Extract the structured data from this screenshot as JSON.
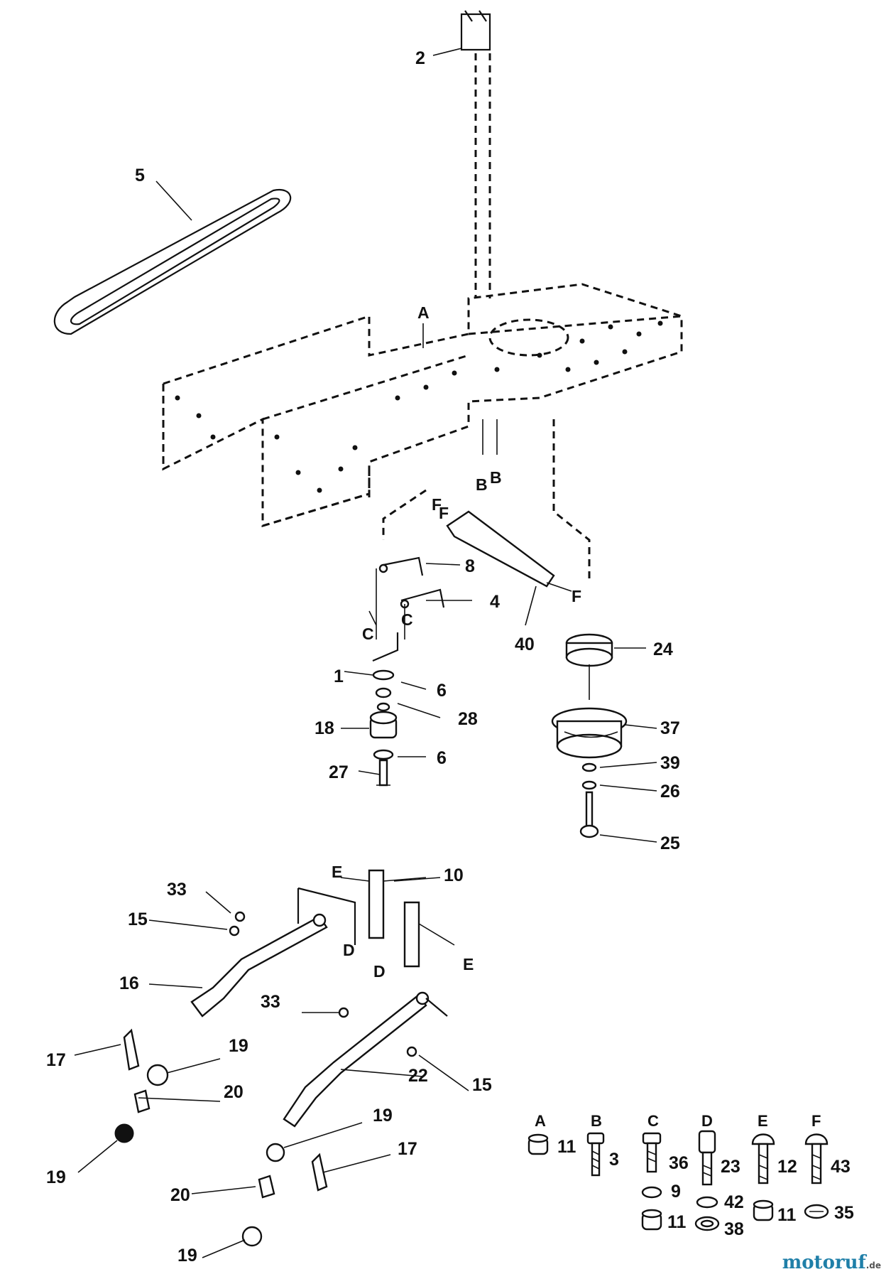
{
  "callouts": {
    "n1": "1",
    "n2": "2",
    "n4": "4",
    "n5": "5",
    "n6a": "6",
    "n6b": "6",
    "n8": "8",
    "n10": "10",
    "n15a": "15",
    "n15b": "15",
    "n16": "16",
    "n17a": "17",
    "n17b": "17",
    "n18": "18",
    "n19a": "19",
    "n19b": "19",
    "n19c": "19",
    "n19d": "19",
    "n20a": "20",
    "n20b": "20",
    "n22": "22",
    "n24": "24",
    "n25": "25",
    "n26": "26",
    "n27": "27",
    "n28": "28",
    "n33a": "33",
    "n33b": "33",
    "n37": "37",
    "n39": "39",
    "n40": "40"
  },
  "refs": {
    "a": "A",
    "b1": "B",
    "b2": "B",
    "c1": "C",
    "c2": "C",
    "d1": "D",
    "d2": "D",
    "e1": "E",
    "e2": "E",
    "f1": "F",
    "f2": "F",
    "f3": "F"
  },
  "hardware_key": [
    {
      "letter": "A",
      "parts": [
        "11"
      ]
    },
    {
      "letter": "B",
      "parts": [
        "3"
      ]
    },
    {
      "letter": "C",
      "parts": [
        "36",
        "9",
        "11"
      ]
    },
    {
      "letter": "D",
      "parts": [
        "23",
        "42",
        "38"
      ]
    },
    {
      "letter": "E",
      "parts": [
        "12",
        "11"
      ]
    },
    {
      "letter": "F",
      "parts": [
        "43",
        "35"
      ]
    }
  ],
  "watermark": {
    "brand": "motoruf",
    "suffix": ".de",
    "color": "#1f7fa8"
  }
}
